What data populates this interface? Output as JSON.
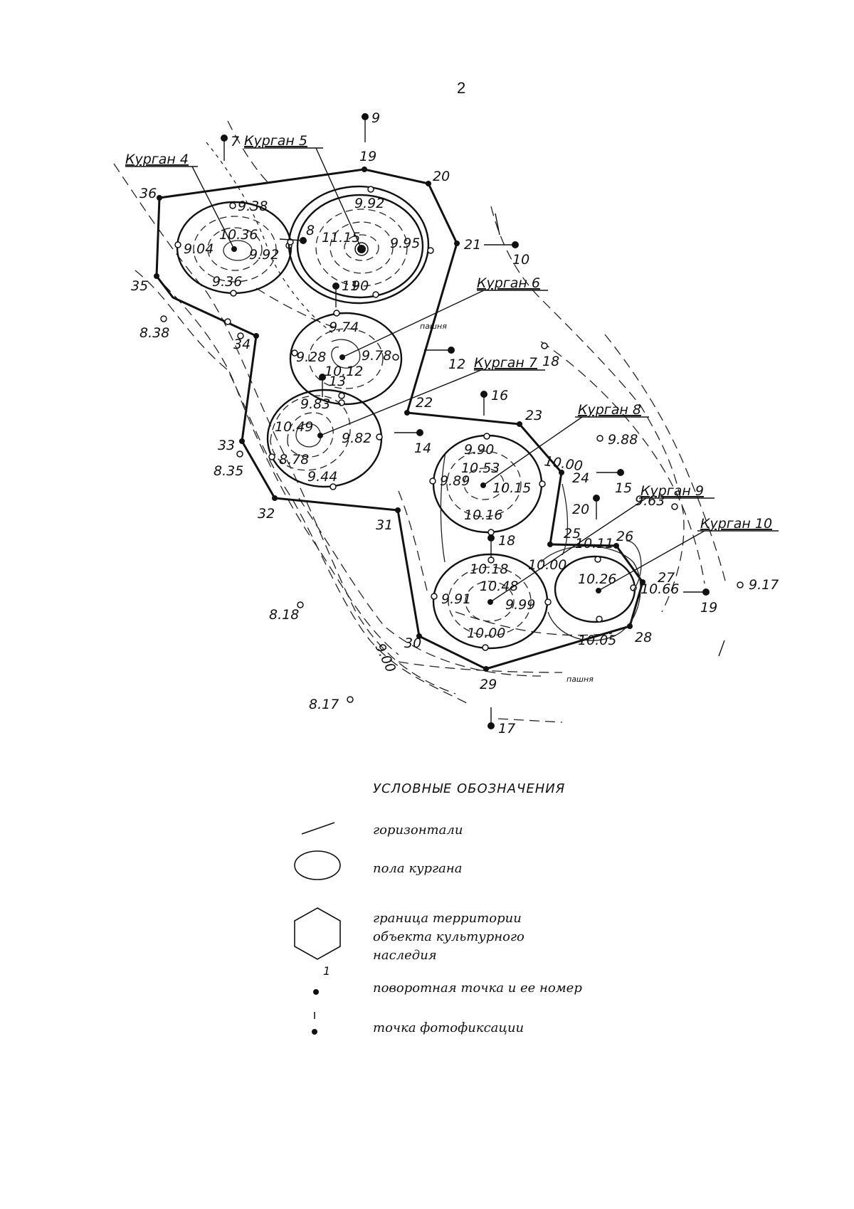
{
  "page_number": "2",
  "kurgans": [
    {
      "label": "Курган 4"
    },
    {
      "label": "Курган 5"
    },
    {
      "label": "Курган 6"
    },
    {
      "label": "Курган 7"
    },
    {
      "label": "Курган 8"
    },
    {
      "label": "Курган 9"
    },
    {
      "label": "Курган 10"
    }
  ],
  "boundary_points": [
    "19",
    "20",
    "21",
    "22",
    "23",
    "24",
    "25",
    "26",
    "27",
    "28",
    "29",
    "30",
    "31",
    "32",
    "33",
    "34",
    "35",
    "36"
  ],
  "photo_points": [
    "7",
    "8",
    "9",
    "10",
    "11",
    "12",
    "13",
    "14",
    "15",
    "16",
    "17",
    "18",
    "19",
    "20"
  ],
  "elevations": {
    "e938": "9.38",
    "e1036": "10.36",
    "e904": "9.04",
    "e992": "9.92",
    "e936": "9.36",
    "e992b": "9.92",
    "e1115": "11.15",
    "e995": "9.95",
    "e974": "9.74",
    "e928": "9.28",
    "e978": "9.78",
    "e1012": "10.12",
    "e983": "9.83",
    "e1049": "10.49",
    "e982": "9.82",
    "e878": "8.78",
    "e944": "9.44",
    "e990": "9.90",
    "e1053": "10.53",
    "e989": "9.89",
    "e1015": "10.15",
    "e1016": "10.16",
    "e1018": "10.18",
    "e1048": "10.48",
    "e991": "9.91",
    "e999": "9.99",
    "e1000": "10.00",
    "e1000b": "10.00",
    "e1000c": "10.00",
    "e1011": "10.11",
    "e1026": "10.26",
    "e1066": "10.66",
    "e1005": "10.05",
    "e838": "8.38",
    "e835": "8.35",
    "e818": "8.18",
    "e817": "8.17",
    "e988": "9.88",
    "e963": "9.63",
    "e917": "9.17",
    "e900": "9.00"
  },
  "field_labels": [
    "пашня",
    "пашня"
  ],
  "legend": {
    "title": "УСЛОВНЫЕ ОБОЗНАЧЕНИЯ",
    "items": [
      {
        "label": "горизонтали",
        "icon": "contour-line-icon"
      },
      {
        "label": "пола кургана",
        "icon": "mound-ellipse-icon"
      },
      {
        "label_lines": [
          "граница территории",
          "объекта культурного",
          "наследия"
        ],
        "icon": "boundary-hexagon-icon"
      },
      {
        "label": "поворотная точка и ее номер",
        "icon": "turning-point-icon",
        "sample_number": "1"
      },
      {
        "label": "точка фотофиксации",
        "icon": "photo-point-icon"
      }
    ]
  }
}
